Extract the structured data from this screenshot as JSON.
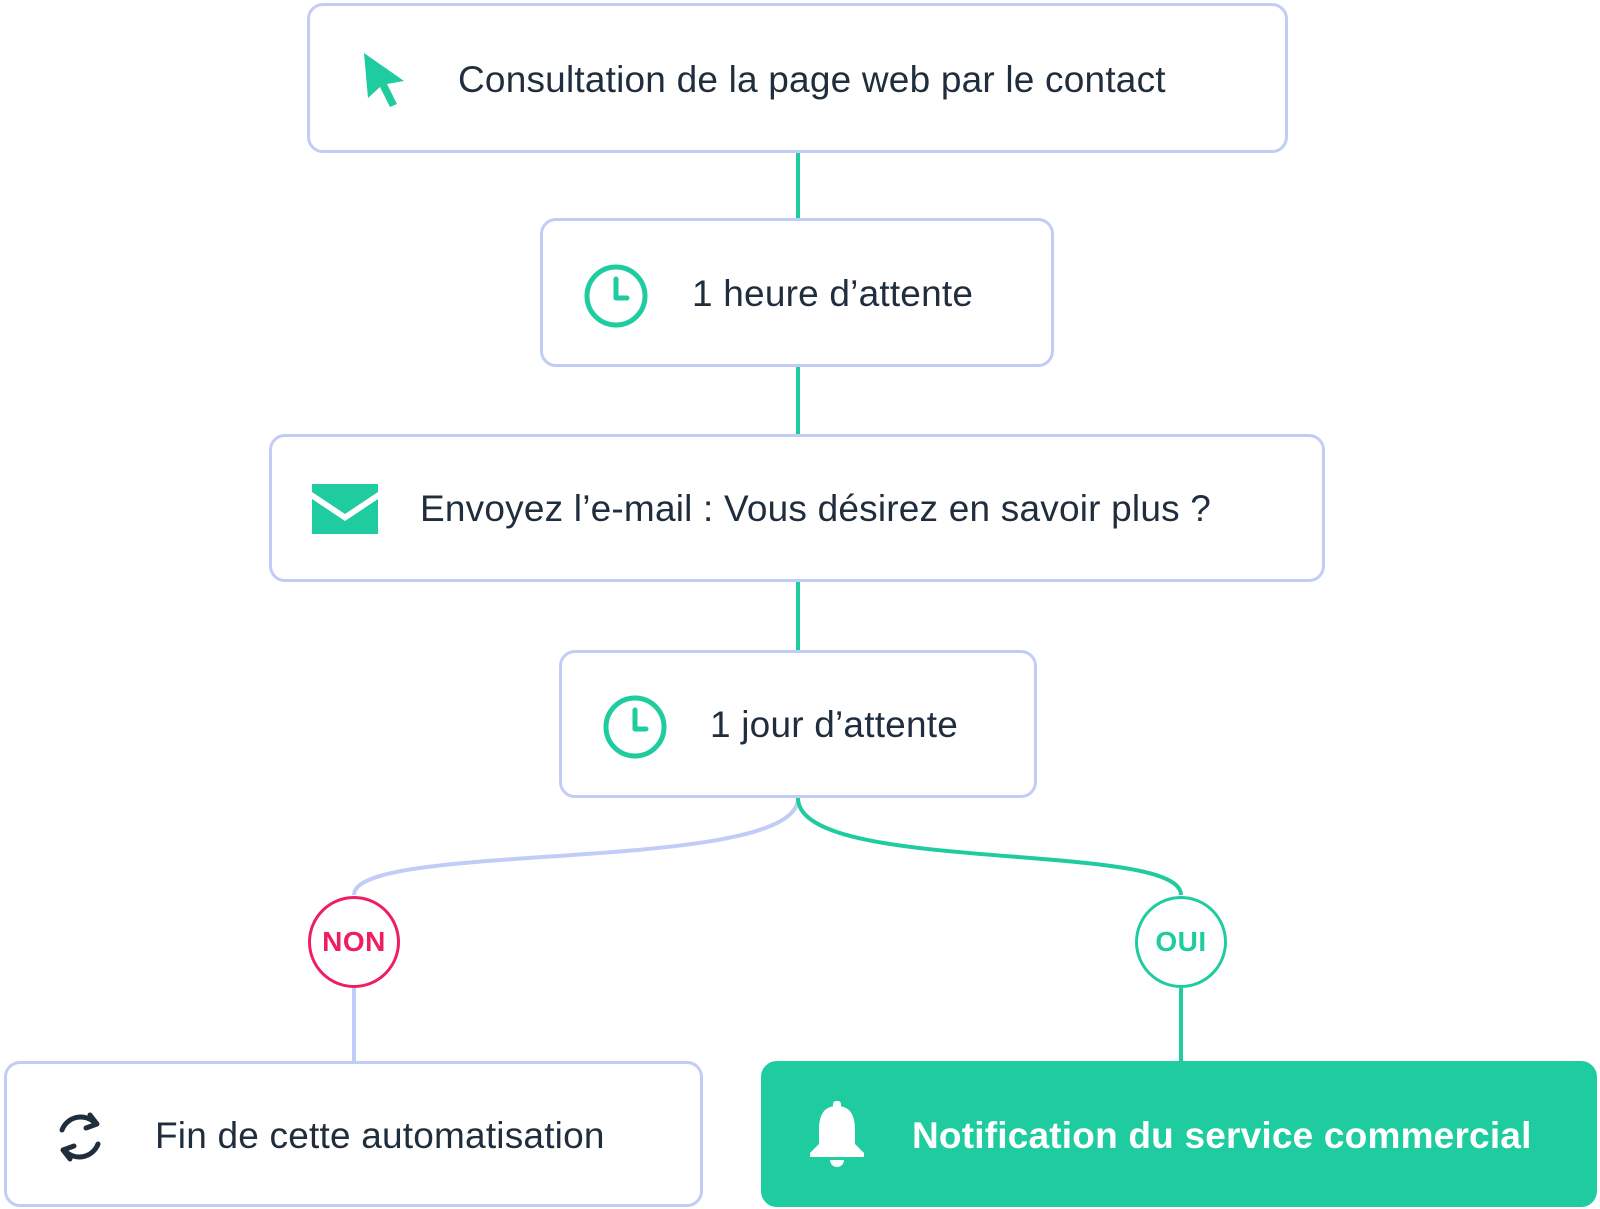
{
  "colors": {
    "accent": "#1fcc9f",
    "node_border": "#c2cdf7",
    "negative": "#ee1f5f",
    "text": "#1f2d3d"
  },
  "steps": [
    {
      "icon": "cursor-icon",
      "label": "Consultation de la page web par le contact"
    },
    {
      "icon": "clock-icon",
      "label": "1 heure d’attente"
    },
    {
      "icon": "envelope-icon",
      "label": "Envoyez l’e-mail : Vous désirez en savoir plus ?"
    },
    {
      "icon": "clock-icon",
      "label": "1 jour d’attente"
    }
  ],
  "branches": {
    "no": {
      "badge": "NON",
      "icon": "refresh-icon",
      "label": "Fin de cette automatisation"
    },
    "yes": {
      "badge": "OUI",
      "icon": "bell-icon",
      "label": "Notification du service commercial"
    }
  }
}
